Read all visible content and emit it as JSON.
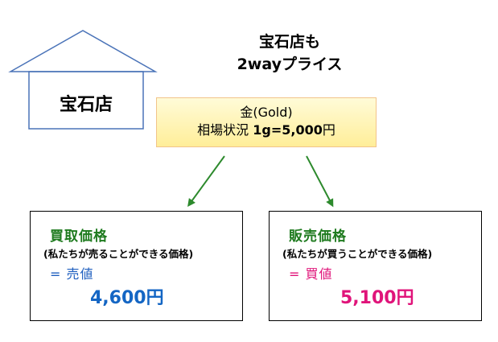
{
  "store": {
    "label": "宝石店"
  },
  "title": {
    "line1": "宝石店も",
    "line2": "2wayプライス"
  },
  "gold": {
    "name": "金(Gold)",
    "rate_prefix": "相場状況 ",
    "rate_value": "1g=5,000",
    "rate_unit": "円"
  },
  "buy": {
    "heading": "買取価格",
    "subtitle": "(私たちが売ることができる価格)",
    "eq_sign": "=",
    "eq_label": "売値",
    "price": "4,600円"
  },
  "sell": {
    "heading": "販売価格",
    "subtitle": "(私たちが買うことができる価格)",
    "eq_sign": "=",
    "eq_label": "買値",
    "price": "5,100円"
  },
  "colors": {
    "heading_green": "#1e7a1e",
    "buy_label_blue": "#1f5fbf",
    "buy_price_blue": "#1466c4",
    "sell_pink": "#e0147a",
    "house_blue": "#4a73b8",
    "arrow_green": "#2d8a2d"
  }
}
